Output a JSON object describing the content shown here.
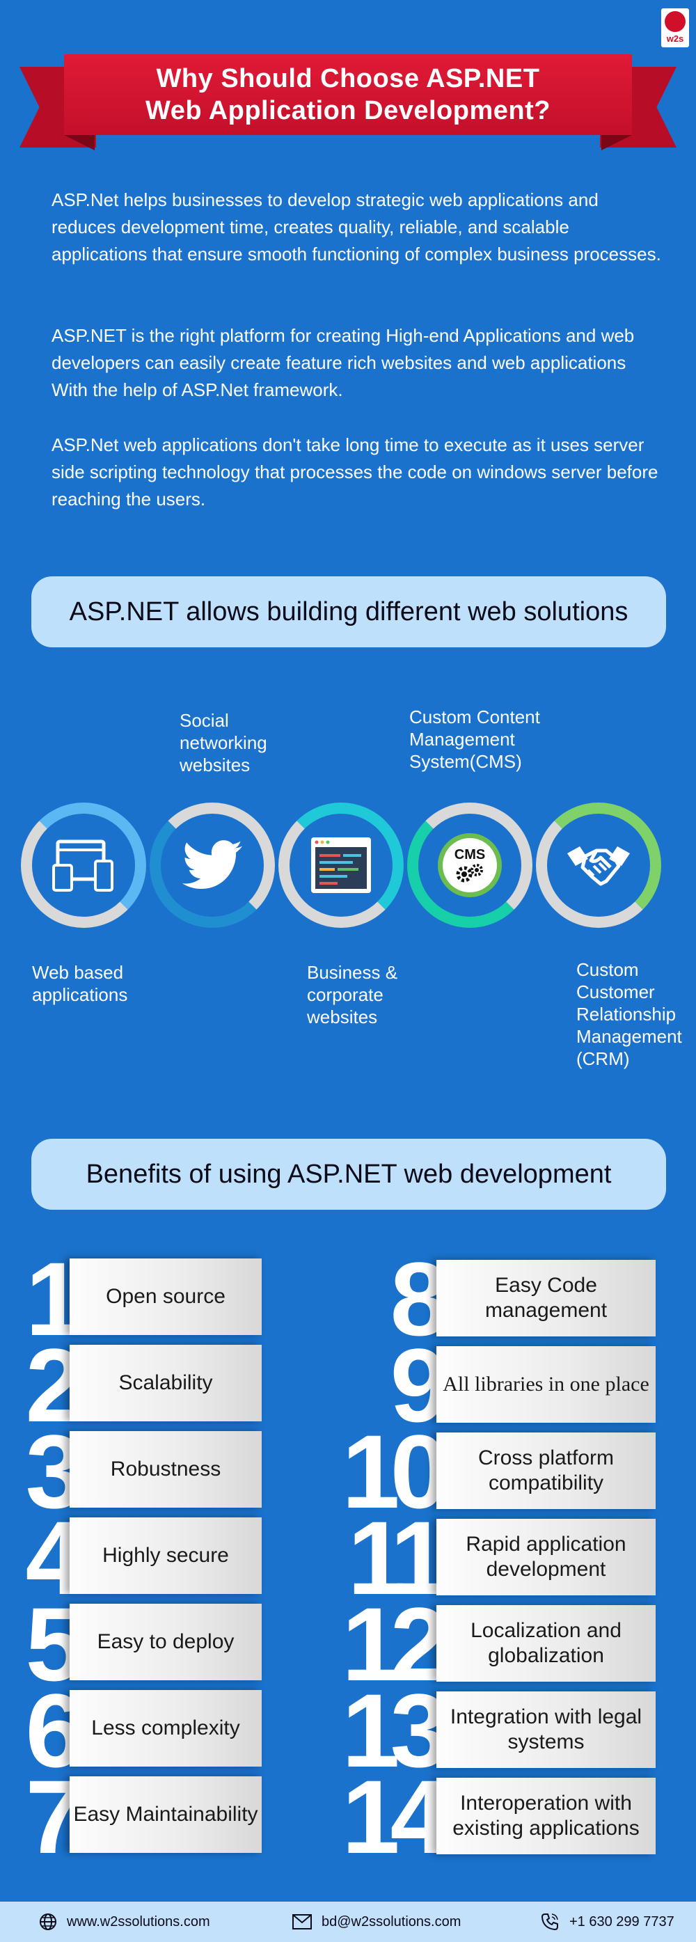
{
  "logo": {
    "text": "w2s"
  },
  "title": {
    "line1": "Why Should Choose ASP.NET",
    "line2": "Web Application Development?"
  },
  "intro": [
    "ASP.Net helps businesses to develop strategic web applications and reduces development time, creates quality, reliable, and scalable applications that ensure smooth functioning of complex business processes.",
    "ASP.NET is the right platform for creating High-end Applications and web developers can easily create feature rich websites and web applications With the help of ASP.Net framework.",
    "ASP.Net web applications don't take long time to execute as it uses server side scripting technology that processes the code on windows server before reaching the users."
  ],
  "solutions": {
    "heading": "ASP.NET allows building different web solutions",
    "items": [
      {
        "label": "Web based applications",
        "icon": "devices-icon",
        "accent": "#5bb8f2"
      },
      {
        "label": "Social networking websites",
        "icon": "twitter-icon",
        "accent": "#1f8fd1"
      },
      {
        "label": "Business & corporate websites",
        "icon": "browser-window-icon",
        "accent": "#1fc9d8"
      },
      {
        "label": "Custom Content Management System(CMS)",
        "icon": "cms-gears-icon",
        "icon_text": "CMS",
        "accent": "#17cfa8"
      },
      {
        "label": "Custom Customer Relationship Management (CRM)",
        "icon": "handshake-icon",
        "accent": "#7fd26a"
      }
    ]
  },
  "benefits": {
    "heading": "Benefits of using ASP.NET web development",
    "items": [
      {
        "num": "1",
        "label": "Open source"
      },
      {
        "num": "2",
        "label": "Scalability"
      },
      {
        "num": "3",
        "label": "Robustness"
      },
      {
        "num": "4",
        "label": "Highly secure"
      },
      {
        "num": "5",
        "label": "Easy to deploy"
      },
      {
        "num": "6",
        "label": "Less complexity"
      },
      {
        "num": "7",
        "label": "Easy Maintainability"
      },
      {
        "num": "8",
        "label": "Easy Code management"
      },
      {
        "num": "9",
        "label": "All libraries in one place"
      },
      {
        "num": "10",
        "label": "Cross platform compatibility"
      },
      {
        "num": "11",
        "label": "Rapid application development"
      },
      {
        "num": "12",
        "label": "Localization and globalization"
      },
      {
        "num": "13",
        "label": "Integration with legal systems"
      },
      {
        "num": "14",
        "label": "Interoperation with existing applications"
      }
    ]
  },
  "footer": {
    "website": "www.w2ssolutions.com",
    "email": "bd@w2ssolutions.com",
    "phone": "+1 630 299 7737"
  }
}
